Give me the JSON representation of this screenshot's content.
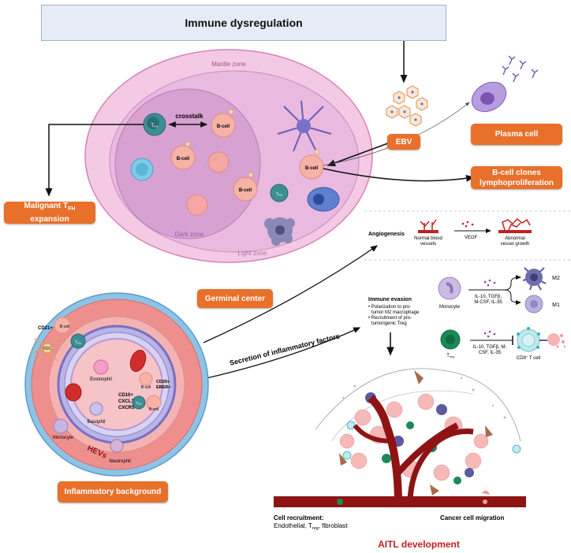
{
  "title": "Immune dysregulation",
  "germinal": {
    "mantle_zone": "Mantle zone",
    "dark_zone": "Dark zone",
    "light_zone": "Light zone",
    "crosstalk": "crosstalk",
    "tfh": "T",
    "tfh_sub": "FH",
    "bcell": "B-cell",
    "label": "Germinal center"
  },
  "boxes": {
    "ebv": "EBV",
    "plasma_cell": "Plasma cell",
    "bcell_clones_line1": "B-cell clones",
    "bcell_clones_line2": "lymphoproliferation",
    "malignant_prefix": "Malignant T",
    "malignant_sub": "FH",
    "malignant_suffix": " expansion",
    "inflammatory": "Inflammatory background"
  },
  "angiogenesis": {
    "title": "Angiogenesis",
    "normal_line1": "Normal blood",
    "normal_line2": "vessels",
    "vegf": "VEGF",
    "abnormal_line1": "Abnormal",
    "abnormal_line2": "vessel growth"
  },
  "immune_evasion": {
    "title": "Immune evasion",
    "bullet1_line1": "• Polarization to pro-",
    "bullet1_line2": "tumor M2 macrophage",
    "bullet2_line1": "• Recruitment of pro-",
    "bullet2_line2": "tumorigenic Treg",
    "monocyte": "Monocyte",
    "cytokines1_line1": "IL-10, TGFβ,",
    "cytokines1_line2": "M-CSF, IL-35",
    "m2": "M2",
    "m1": "M1",
    "treg": "T",
    "treg_sub": "reg",
    "cytokines2_line1": "IL-10, TGFβ, M-",
    "cytokines2_line2": "CSF, IL-35",
    "cd8_prefix": "CD8",
    "cd8_sup": "+",
    "cd8_suffix": " T cell"
  },
  "secretion": "Secretion of inflammatory factors",
  "vessel": {
    "cd21": "CD21+",
    "bcell": "B-cell",
    "fdc": "FDC",
    "tfh": "T",
    "tfh_sub": "FH",
    "eosinophil": "Eosinophil",
    "cd20_line1": "CD20+",
    "cd20_line2": "EBER+",
    "markers_line1": "CD10+",
    "markers_line2": "CXCL13+",
    "markers_line3": "CXCR5+",
    "basophil": "Basophil",
    "monocyte": "Monocyte",
    "hevs": "HEVs",
    "neutrophil": "Neutrophil"
  },
  "tumor": {
    "cell_recruitment": "Cell recruitment:",
    "recruit_a": "Endothelial, T",
    "recruit_sub": "reg",
    "recruit_b": ", fibroblast",
    "cancer_migration": "Cancer cell migration"
  },
  "aitl": "AITL development",
  "colors": {
    "accent_orange": "#e8702a",
    "aitl_red": "#c0211f",
    "vessel_red": "#8e1414"
  }
}
